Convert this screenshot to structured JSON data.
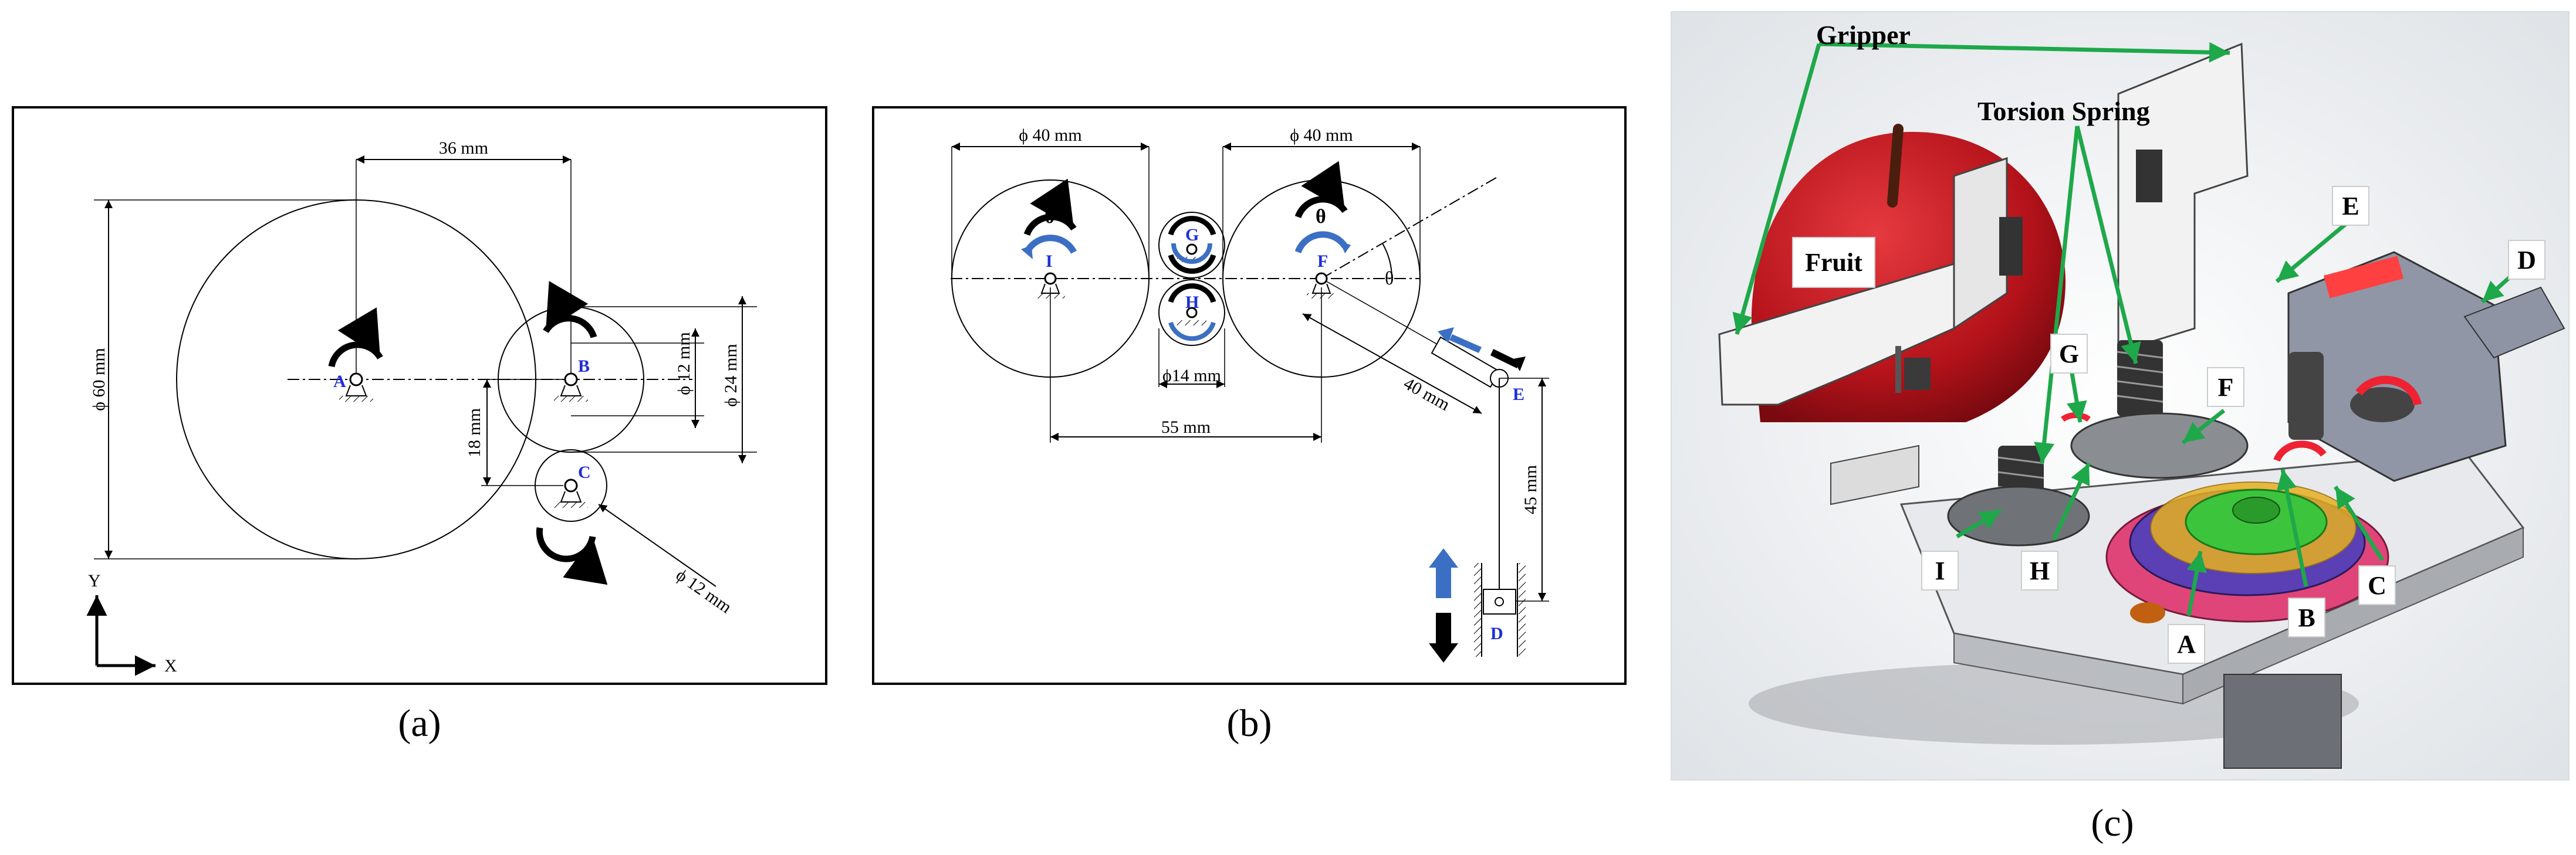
{
  "panel_a": {
    "dims": {
      "d60": "ϕ 60 mm",
      "w36": "36 mm",
      "d12": "ϕ 12 mm",
      "d24": "ϕ 24 mm",
      "h18": "18 mm",
      "d12c": "ϕ 12 mm"
    },
    "points": {
      "A": "A",
      "B": "B",
      "C": "C"
    },
    "axes": {
      "y": "Y",
      "x": "X"
    },
    "caption": "(a)"
  },
  "panel_b": {
    "dims": {
      "d40l": "ϕ 40 mm",
      "d40r": "ϕ 40 mm",
      "d14": "ϕ14 mm",
      "w55": "55 mm",
      "l40": "40 mm",
      "h45": "45 mm"
    },
    "points": {
      "I": "I",
      "G": "G",
      "H": "H",
      "F": "F",
      "E": "E",
      "D": "D"
    },
    "theta": "θ",
    "caption": "(b)"
  },
  "panel_c": {
    "labels": {
      "gripper": "Gripper",
      "torsion_spring": "Torsion Spring",
      "fruit": "Fruit",
      "E": "E",
      "D": "D",
      "G": "G",
      "F": "F",
      "I": "I",
      "H": "H",
      "A": "A",
      "B": "B",
      "C": "C"
    },
    "caption": "(c)"
  },
  "colors": {
    "blue_arrow": "#3b6fc4",
    "label_blue": "#1f2fd8",
    "leader_green": "#1ea84a",
    "fruit_red": "#c0141c",
    "gear_pink": "#e0457a",
    "gear_purple": "#5a3fb5",
    "gear_green": "#3cc43c",
    "gear_yellow": "#e8b020",
    "bg_gray": "#eef0f2"
  }
}
